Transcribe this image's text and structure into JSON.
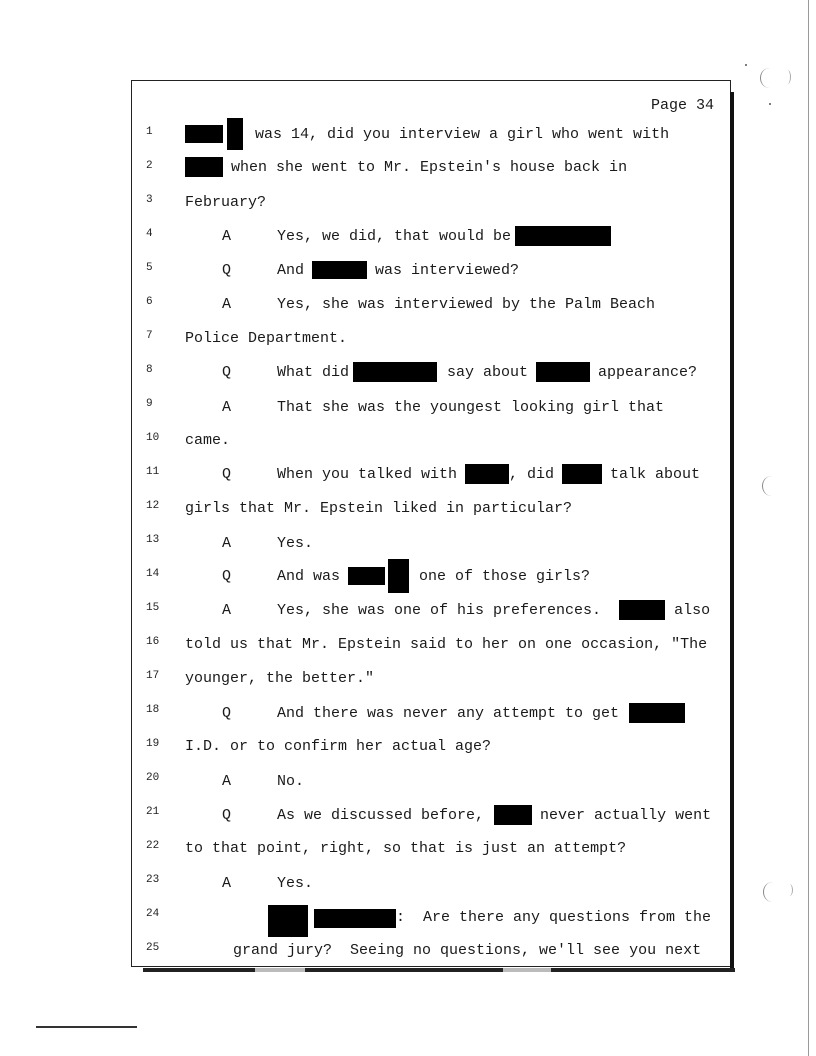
{
  "page": {
    "header": "Page 34",
    "line_numbers": [
      "1",
      "2",
      "3",
      "4",
      "5",
      "6",
      "7",
      "8",
      "9",
      "10",
      "11",
      "12",
      "13",
      "14",
      "15",
      "16",
      "17",
      "18",
      "19",
      "20",
      "21",
      "22",
      "23",
      "24",
      "25"
    ],
    "lines": {
      "l1": {
        "text": "was 14, did you interview a girl who went with"
      },
      "l2": {
        "text": "when she went to Mr. Epstein's house back in"
      },
      "l3": {
        "text": "February?"
      },
      "l4": {
        "speaker": "A",
        "text": "Yes, we did, that would be"
      },
      "l5": {
        "speaker": "Q",
        "pre": "And",
        "post": "was interviewed?"
      },
      "l6": {
        "speaker": "A",
        "text": "Yes, she was interviewed by the Palm Beach"
      },
      "l7": {
        "text": "Police Department."
      },
      "l8": {
        "speaker": "Q",
        "pre": "What did",
        "mid": "say about",
        "post": "appearance?"
      },
      "l9": {
        "speaker": "A",
        "text": "That she was the youngest looking girl that"
      },
      "l10": {
        "text": "came."
      },
      "l11": {
        "speaker": "Q",
        "pre": "When you talked with",
        "mid": ", did",
        "post": "talk about"
      },
      "l12": {
        "text": "girls that Mr. Epstein liked in particular?"
      },
      "l13": {
        "speaker": "A",
        "text": "Yes."
      },
      "l14": {
        "speaker": "Q",
        "pre": "And was",
        "post": "one of those girls?"
      },
      "l15": {
        "speaker": "A",
        "pre": "Yes, she was one of his preferences.",
        "post": "also"
      },
      "l16": {
        "text": "told us that Mr. Epstein said to her on one occasion, \"The"
      },
      "l17": {
        "text": "younger, the better.\""
      },
      "l18": {
        "speaker": "Q",
        "text": "And there was never any attempt to get"
      },
      "l19": {
        "text": "I.D. or to confirm her actual age?"
      },
      "l20": {
        "speaker": "A",
        "text": "No."
      },
      "l21": {
        "speaker": "Q",
        "pre": "As we discussed before,",
        "post": "never actually went"
      },
      "l22": {
        "text": "to that point, right, so that is just an attempt?"
      },
      "l23": {
        "speaker": "A",
        "text": "Yes."
      },
      "l24": {
        "post": ":  Are there any questions from the"
      },
      "l25": {
        "text": "grand jury?  Seeing no questions, we'll see you next"
      }
    }
  },
  "colors": {
    "redaction": "#000000",
    "text": "#1a1a1a",
    "paper": "#ffffff"
  }
}
